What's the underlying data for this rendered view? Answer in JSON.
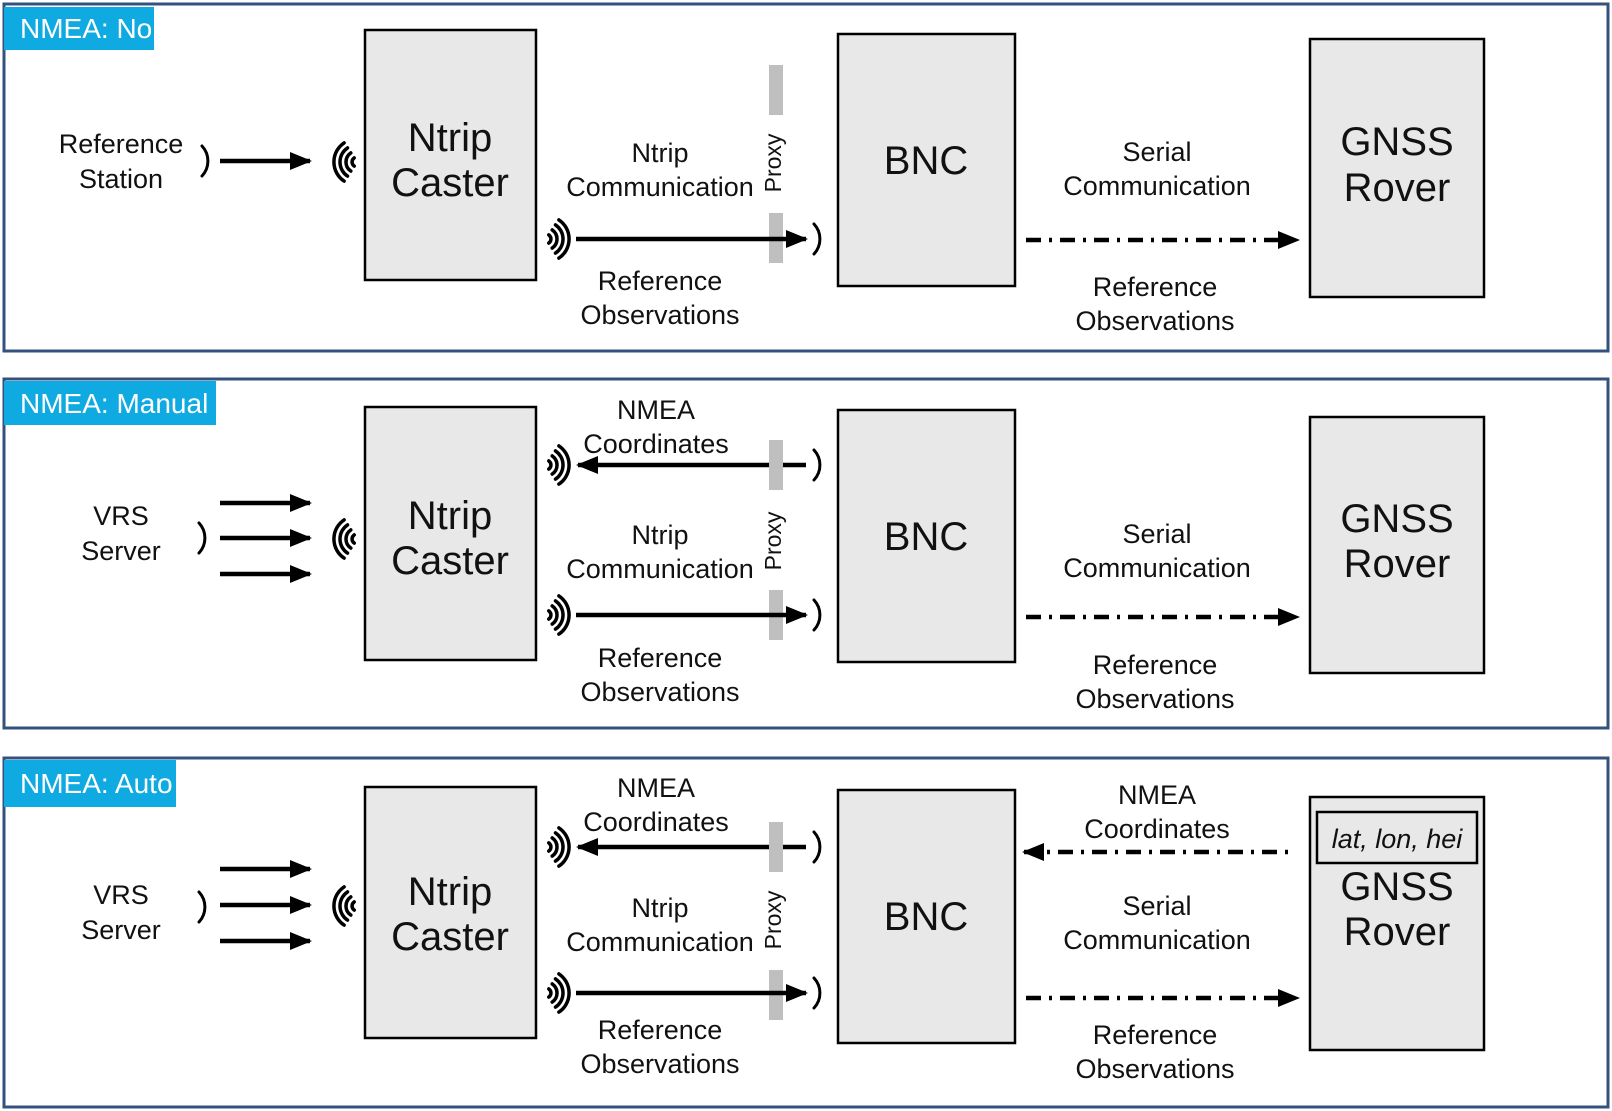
{
  "colors": {
    "panel_border": "#35517e",
    "mode_badge_bg": "#10aae2",
    "mode_badge_text": "#ffffff",
    "box_fill": "#e9e8e8",
    "box_border": "#000000",
    "proxy_bar": "#bfbfbf",
    "line": "#000000",
    "background": "#ffffff"
  },
  "panels": [
    {
      "mode_label": "NMEA: No",
      "source": [
        "Reference",
        "Station"
      ],
      "ntrip_caster": [
        "Ntrip",
        "Caster"
      ],
      "bnc": "BNC",
      "gnss_rover": [
        "GNSS",
        "Rover"
      ],
      "proxy": "Proxy",
      "ntrip_communication": [
        "Ntrip",
        "Communication"
      ],
      "reference_observations_left": [
        "Reference",
        "Observations"
      ],
      "serial_communication": [
        "Serial",
        "Communication"
      ],
      "reference_observations_right": [
        "Reference",
        "Observations"
      ]
    },
    {
      "mode_label": "NMEA: Manual",
      "source": [
        "VRS",
        "Server"
      ],
      "nmea_coordinates_left": [
        "NMEA",
        "Coordinates"
      ],
      "ntrip_caster": [
        "Ntrip",
        "Caster"
      ],
      "bnc": "BNC",
      "gnss_rover": [
        "GNSS",
        "Rover"
      ],
      "proxy": "Proxy",
      "ntrip_communication": [
        "Ntrip",
        "Communication"
      ],
      "reference_observations_left": [
        "Reference",
        "Observations"
      ],
      "serial_communication": [
        "Serial",
        "Communication"
      ],
      "reference_observations_right": [
        "Reference",
        "Observations"
      ]
    },
    {
      "mode_label": "NMEA: Auto",
      "source": [
        "VRS",
        "Server"
      ],
      "nmea_coordinates_left": [
        "NMEA",
        "Coordinates"
      ],
      "nmea_coordinates_right": [
        "NMEA",
        "Coordinates"
      ],
      "rover_coordinates": "lat, lon, hei",
      "ntrip_caster": [
        "Ntrip",
        "Caster"
      ],
      "bnc": "BNC",
      "gnss_rover": [
        "GNSS",
        "Rover"
      ],
      "proxy": "Proxy",
      "ntrip_communication": [
        "Ntrip",
        "Communication"
      ],
      "reference_observations_left": [
        "Reference",
        "Observations"
      ],
      "serial_communication": [
        "Serial",
        "Communication"
      ],
      "reference_observations_right": [
        "Reference",
        "Observations"
      ]
    }
  ]
}
